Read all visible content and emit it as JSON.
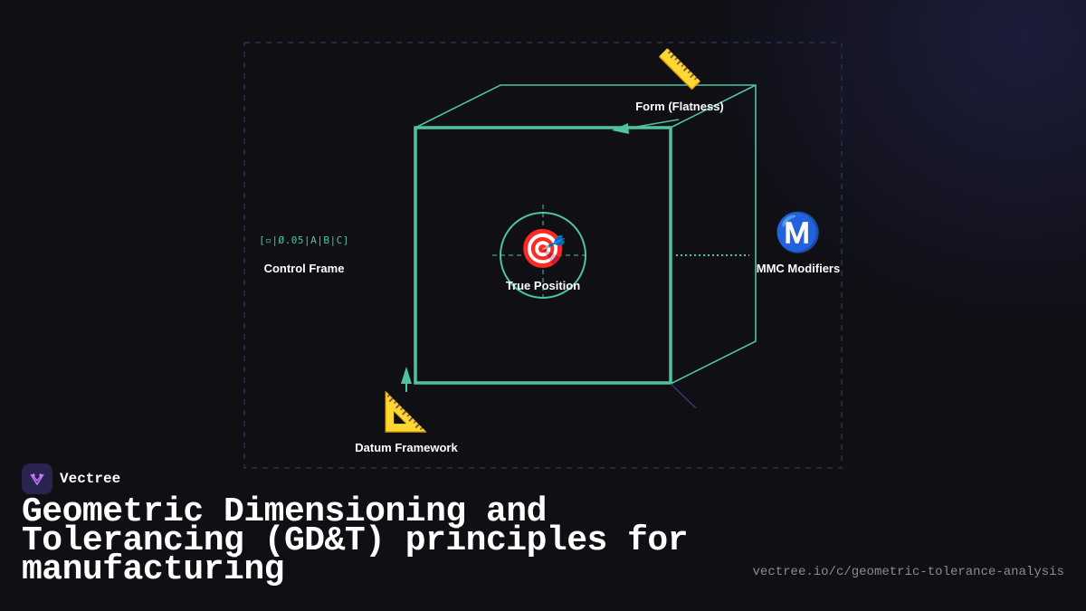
{
  "diagram": {
    "fcf_text": "[▫|Ø.05|A|B|C]",
    "labels": {
      "control_frame": "Control Frame",
      "true_position": "True Position",
      "mmc_modifiers": "MMC Modifiers",
      "form_flatness": "Form (Flatness)",
      "datum_framework": "Datum Framework"
    },
    "icons": {
      "true_position": "🎯",
      "mmc_modifiers": "Ⓜ️",
      "form_flatness": "📏",
      "datum_framework": "📐"
    },
    "colors": {
      "accent": "#4fc3a1",
      "frame_dash": "#2a2f55",
      "background": "#0f0f14"
    }
  },
  "brand": {
    "name": "Vectree"
  },
  "title": "Geometric Dimensioning and Tolerancing (GD&T) principles for manufacturing",
  "url": "vectree.io/c/geometric-tolerance-analysis"
}
